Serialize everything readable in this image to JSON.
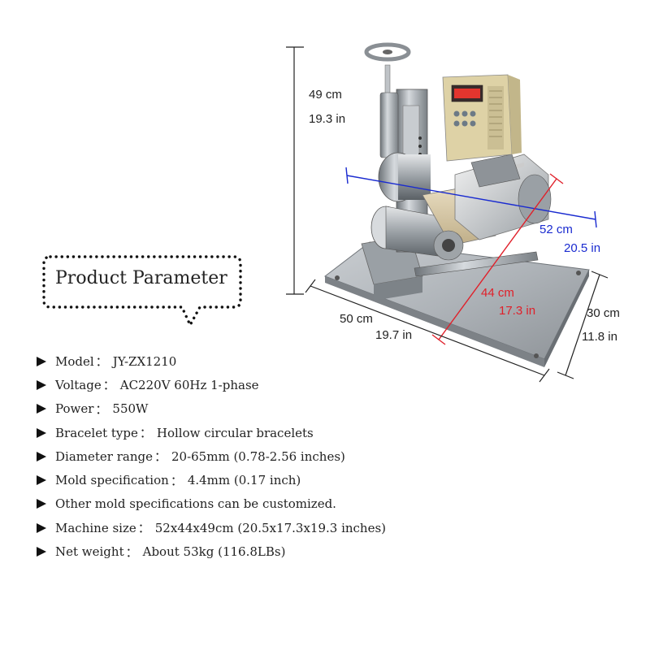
{
  "dimensions": {
    "height_cm": "49 cm",
    "height_in": "19.3 in",
    "length_cm": "52 cm",
    "length_in": "20.5 in",
    "diag_cm": "44 cm",
    "diag_in": "17.3 in",
    "front_cm": "50 cm",
    "front_in": "19.7 in",
    "depth_cm": "30 cm",
    "depth_in": "11.8 in",
    "colors": {
      "blue": "#1a2bd0",
      "red": "#e0202a",
      "black": "#222222"
    }
  },
  "param_title": "Product Parameter",
  "bullet_icon": "triangle-right-icon",
  "specs": [
    {
      "label": "Model",
      "sep": "：",
      "value": "JY-ZX1210"
    },
    {
      "label": "Voltage",
      "sep": "：",
      "value": "AC220V 60Hz 1-phase"
    },
    {
      "label": "Power",
      "sep": "：",
      "value": "550W"
    },
    {
      "label": "Bracelet type",
      "sep": "：",
      "value": "Hollow circular bracelets"
    },
    {
      "label": "Diameter range",
      "sep": "：",
      "value": "20-65mm (0.78-2.56 inches)"
    },
    {
      "label": "Mold specification",
      "sep": "：",
      "value": "4.4mm (0.17 inch)"
    },
    {
      "label": "Other mold specifications can be customized.",
      "sep": "",
      "value": ""
    },
    {
      "label": "Machine size",
      "sep": "：",
      "value": "52x44x49cm (20.5x17.3x19.3 inches)"
    },
    {
      "label": "Net weight",
      "sep": "：",
      "value": "About 53kg (116.8LBs)"
    }
  ]
}
